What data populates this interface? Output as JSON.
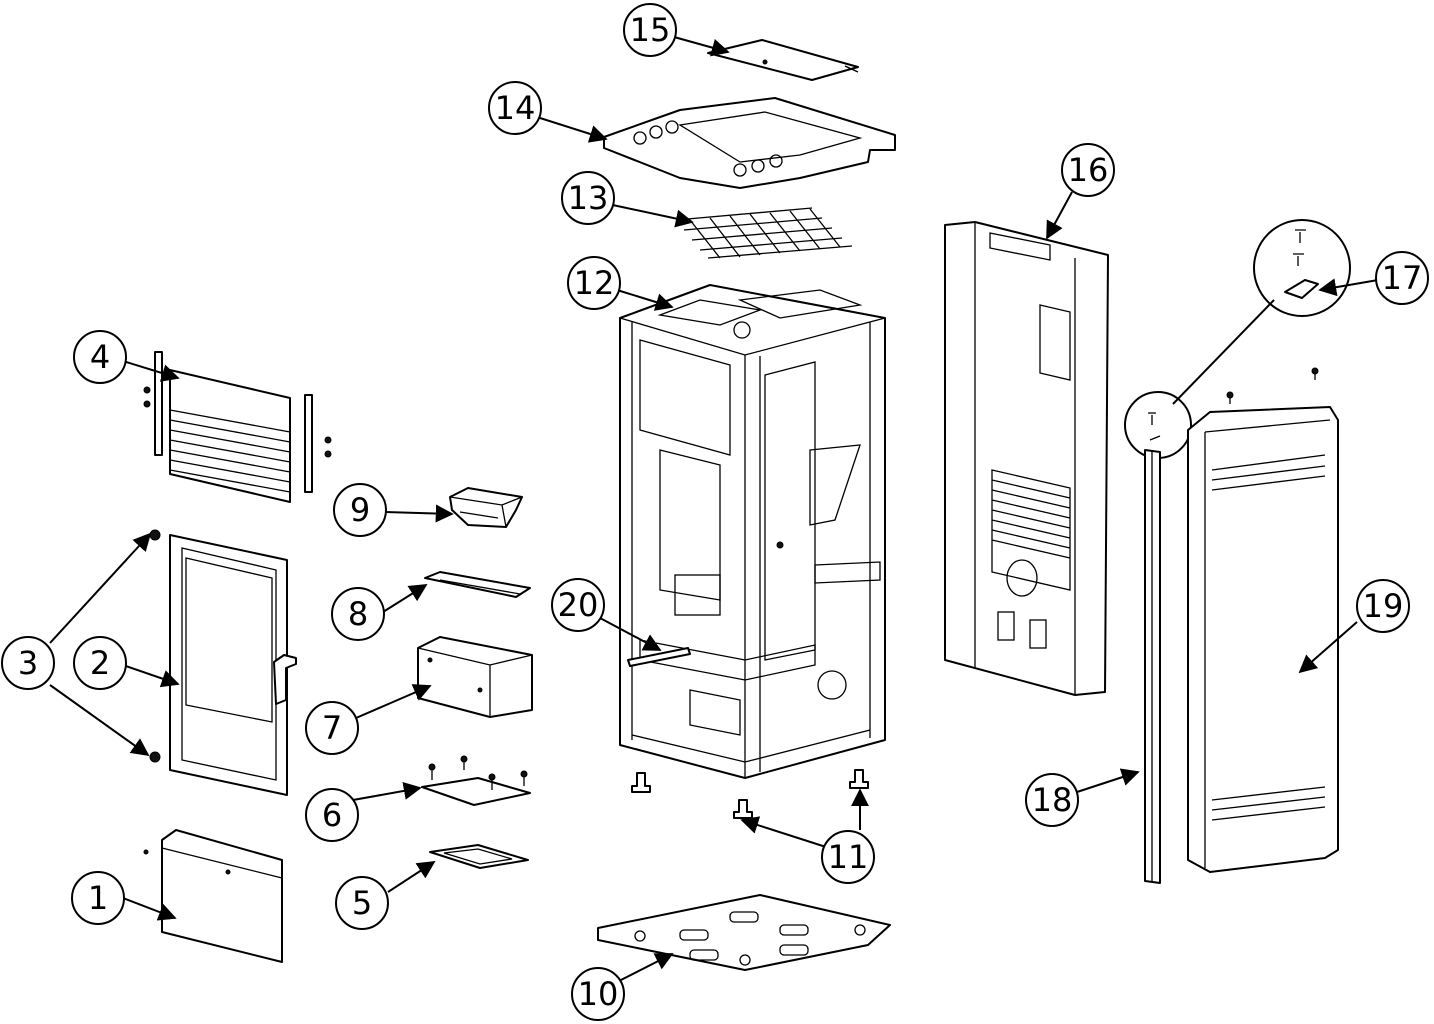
{
  "callouts": [
    {
      "label": "1"
    },
    {
      "label": "2"
    },
    {
      "label": "3"
    },
    {
      "label": "4"
    },
    {
      "label": "5"
    },
    {
      "label": "6"
    },
    {
      "label": "7"
    },
    {
      "label": "8"
    },
    {
      "label": "9"
    },
    {
      "label": "10"
    },
    {
      "label": "11"
    },
    {
      "label": "12"
    },
    {
      "label": "13"
    },
    {
      "label": "14"
    },
    {
      "label": "15"
    },
    {
      "label": "16"
    },
    {
      "label": "17"
    },
    {
      "label": "18"
    },
    {
      "label": "19"
    },
    {
      "label": "20"
    }
  ],
  "colors": {
    "line": "#000000",
    "background": "#ffffff"
  }
}
